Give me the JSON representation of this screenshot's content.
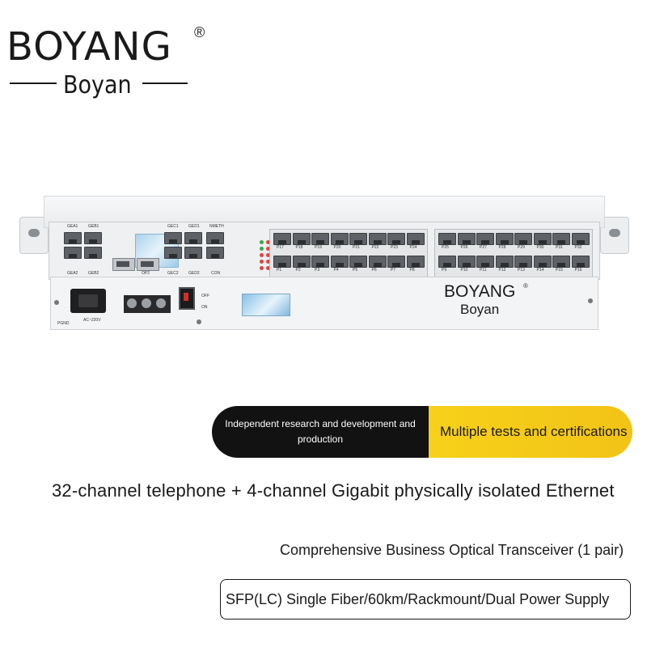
{
  "logo": {
    "brand": "BOYANG",
    "registered": "®",
    "subtitle": "Boyan"
  },
  "device": {
    "rear_logo": {
      "brand": "BOYANG",
      "registered": "®",
      "subtitle": "Boyan"
    },
    "front_port_labels_top": [
      "P17",
      "P18",
      "P19",
      "P20",
      "P21",
      "P22",
      "P23",
      "P24",
      "P25",
      "P26",
      "P27",
      "P28",
      "P29",
      "P30",
      "P31",
      "P32"
    ],
    "front_port_labels_bottom": [
      "P1",
      "P2",
      "P3",
      "P4",
      "P5",
      "P6",
      "P7",
      "P8",
      "P9",
      "P10",
      "P11",
      "P12",
      "P13",
      "P14",
      "P15",
      "P16"
    ],
    "ge_labels_top": [
      "GEA1",
      "GEB1",
      "GEC1",
      "GED1",
      "NMETH"
    ],
    "ge_labels_bottom": [
      "GEA2",
      "GEB2",
      "OP2",
      "GEC2",
      "GED2",
      "CON"
    ],
    "rear_labels": {
      "off": "OFF",
      "on": "ON",
      "pgnd": "PGND",
      "ac": "AC~220V"
    }
  },
  "badges": {
    "left": "Independent research and development and production",
    "right": "Multiple tests and certifications"
  },
  "headline": "32-channel telephone + 4-channel Gigabit physically isolated Ethernet",
  "subhead": "Comprehensive Business Optical Transceiver (1 pair)",
  "spec": "SFP(LC) Single Fiber/60km/Rackmount/Dual Power Supply"
}
